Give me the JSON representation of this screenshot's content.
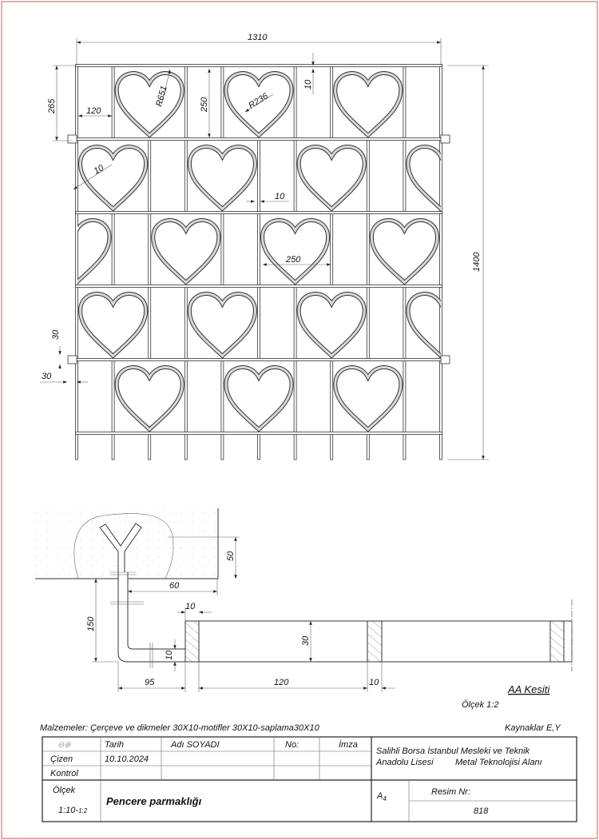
{
  "drawing": {
    "front_view": {
      "dims": {
        "overall_width": "1310",
        "overall_height": "1400",
        "first_row_height": "265",
        "cell_height": "250",
        "bar_thickness_top": "10",
        "cell_width": "120",
        "outer_radius": "R651",
        "inner_radius": "R236",
        "motif_thickness": "10",
        "bar_gap": "10",
        "heart_width": "250",
        "stud_size_v": "30",
        "stud_size_h": "30"
      }
    },
    "section_view": {
      "title": "AA Kesiti",
      "scale": "Ölçek 1:2",
      "dims": {
        "embed_depth": "50",
        "wall_offset": "60",
        "anchor_length": "150",
        "flat_thickness": "10",
        "bar_width": "10",
        "frame_depth": "30",
        "offset_95": "95",
        "spacing": "120",
        "bar_width_bottom": "10"
      }
    }
  },
  "notes": {
    "materials": "Malzemeler: Çerçeve ve dikmeler 30X10-motifler 30X10-saplama30X10",
    "joining": "Kaynaklar E,Y"
  },
  "title_block": {
    "projection_symbol": "⊖⊕",
    "date_label": "Tarih",
    "name_label": "Adı SOYADI",
    "no_label": "No:",
    "signature_label": "İmza",
    "drawn_label": "Çizen",
    "drawn_date": "10.10.2024",
    "checked_label": "Kontrol",
    "school_line1": "Salihli Borsa İstanbul Mesleki ve Teknik",
    "school_line2": "Anadolu Lisesi",
    "department": "Metal Teknolojisi Alanı",
    "scale_label": "Ölçek",
    "scale_value": "1:10-",
    "scale_value_small": "1:2",
    "drawing_title": "Pencere parmaklığı",
    "sheet_size": "A",
    "sheet_size_sub": "4",
    "drawing_no_label": "Resim Nr:",
    "drawing_no": "818"
  }
}
